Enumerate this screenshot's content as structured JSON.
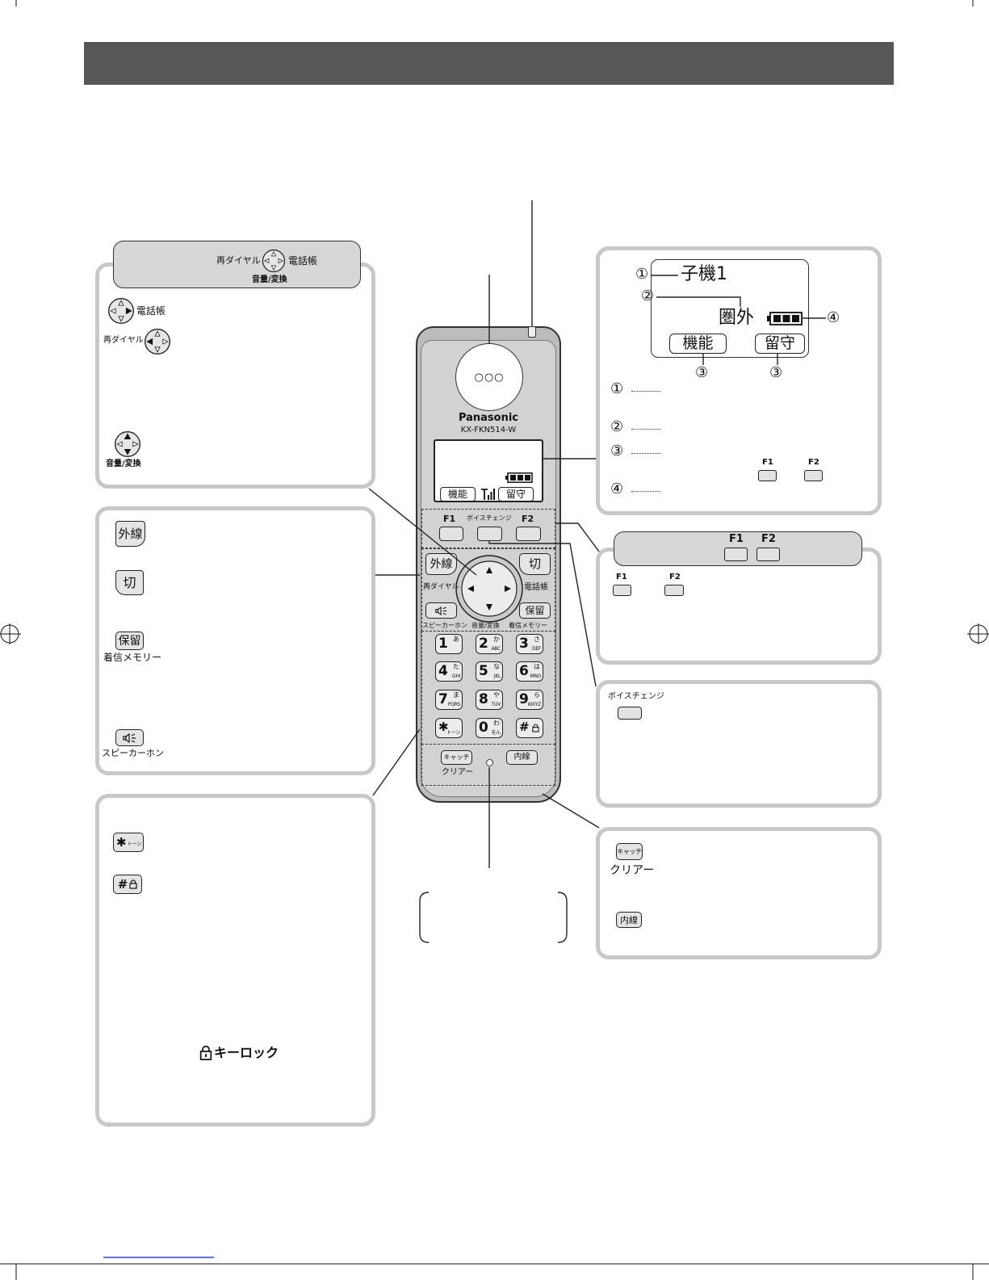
{
  "colors": {
    "header_bar": "#575757",
    "panel_border": "#c8c8c8",
    "pill_fill": "#d7d7d7",
    "handset_body": "#bcbcbc",
    "handset_face": "#d2d2d2",
    "link_underline": "#2a45c8"
  },
  "icons": {
    "navigation_key": "nav-key-icon",
    "battery": "battery-icon",
    "signal": "signal-icon",
    "speaker": "speaker-icon",
    "lock": "lock-icon",
    "microphone": "microphone-icon",
    "indicator": "led-indicator-icon"
  },
  "nav_panel": {
    "pill": {
      "redial": "再ダイヤル",
      "phonebook": "電話帳",
      "volume_convert": "音量/変換"
    },
    "phonebook_label": "電話帳",
    "redial_label": "再ダイヤル",
    "volume_convert_label": "音量/変換"
  },
  "call_panel": {
    "outside_line_key": "外線",
    "end_key": "切",
    "hold_key": "保留",
    "caller_memory_label": "着信メモリー",
    "speakerphone_label": "スピーカーホン"
  },
  "keypad_panel": {
    "star_key": "✱",
    "star_key_sub": "トーン",
    "hash_key": "#",
    "key_lock_label": "キーロック"
  },
  "handset": {
    "brand": "Panasonic",
    "model": "KX-FKN514-W",
    "earpiece": "○○○",
    "display": {
      "left_soft": "機能",
      "right_soft": "留守"
    },
    "function_row": {
      "f1": "F1",
      "voice_change": "ボイスチェンジ",
      "f2": "F2"
    },
    "nav": {
      "outside_line": "外線",
      "end": "切",
      "redial": "再ダイヤル",
      "phonebook": "電話帳",
      "speakerphone": "スピーカーホン",
      "volume_convert": "音量/変換",
      "caller_memory": "着信メモリー",
      "hold": "保留"
    },
    "keypad": [
      {
        "digit": "1",
        "kana": "あ"
      },
      {
        "digit": "2",
        "kana": "か",
        "latin": "ABC"
      },
      {
        "digit": "3",
        "kana": "さ",
        "latin": "DEF"
      },
      {
        "digit": "4",
        "kana": "た",
        "latin": "GHI"
      },
      {
        "digit": "5",
        "kana": "な",
        "latin": "JKL"
      },
      {
        "digit": "6",
        "kana": "は",
        "latin": "MNO"
      },
      {
        "digit": "7",
        "kana": "ま",
        "latin": "PQRS"
      },
      {
        "digit": "8",
        "kana": "や",
        "latin": "TUV"
      },
      {
        "digit": "9",
        "kana": "ら",
        "latin": "WXYZ"
      },
      {
        "digit": "✱",
        "latin": "トーン"
      },
      {
        "digit": "0",
        "kana": "わ",
        "latin": "をん"
      },
      {
        "digit": "#"
      }
    ],
    "bottom": {
      "catch": "キャッチ",
      "clear": "クリアー",
      "intercom": "内線"
    }
  },
  "display_panel": {
    "marker_1": "①",
    "marker_2": "②",
    "marker_3a": "③",
    "marker_3b": "③",
    "marker_4": "④",
    "handset_name": "子機1",
    "status": "圏外",
    "soft_left": "機能",
    "soft_right": "留守",
    "legend": [
      "①",
      "②",
      "③",
      "④"
    ],
    "legend_f1": "F1",
    "legend_f2": "F2"
  },
  "softkey_panel": {
    "pill_f1": "F1",
    "pill_f2": "F2",
    "f1": "F1",
    "f2": "F2"
  },
  "voice_change_panel": {
    "label": "ボイスチェンジ"
  },
  "bottom_keys_panel": {
    "catch_key": "キャッチ",
    "clear_label": "クリアー",
    "intercom_key": "内線"
  }
}
